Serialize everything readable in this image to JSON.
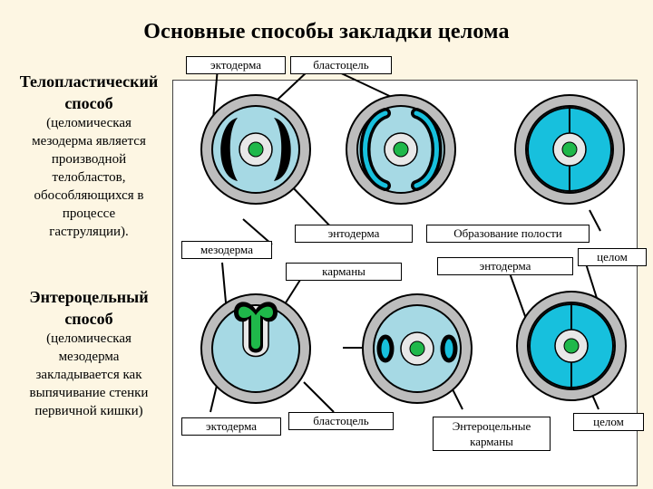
{
  "title": "Основные способы закладки целома",
  "telo": {
    "name_line1": "Телопластический",
    "name_line2": "способ",
    "desc": [
      "(целомическая",
      "мезодерма является",
      "производной",
      "телобластов,",
      "обособляющихся в",
      "процессе",
      "гаструляции)."
    ]
  },
  "entero": {
    "name_line1": "Энтероцельный",
    "name_line2": "способ",
    "desc": [
      "(целомическая",
      "мезодерма",
      "закладывается как",
      "выпячивание стенки",
      "первичной кишки)"
    ]
  },
  "labels": {
    "ectoderm_top": "эктодерма",
    "blastocoel_top": "бластоцель",
    "endoderm_mid": "энтодерма",
    "cavity_formation": "Образование полости",
    "mesoderm": "мезодерма",
    "pockets": "карманы",
    "endoderm_right": "энтодерма",
    "coelom_top": "целом",
    "ectoderm_bottom": "эктодерма",
    "blastocoel_bottom": "бластоцель",
    "entero_pockets_1": "Энтероцельные",
    "entero_pockets_2": "карманы",
    "coelom_bottom": "целом"
  },
  "colors": {
    "background": "#fdf6e3",
    "ectoderm_ring": "#bdbdbd",
    "blastocoel": "#a6d9e4",
    "coelom": "#17c0dd",
    "endoderm": "#1fb84a",
    "mesoderm": "#000000"
  }
}
